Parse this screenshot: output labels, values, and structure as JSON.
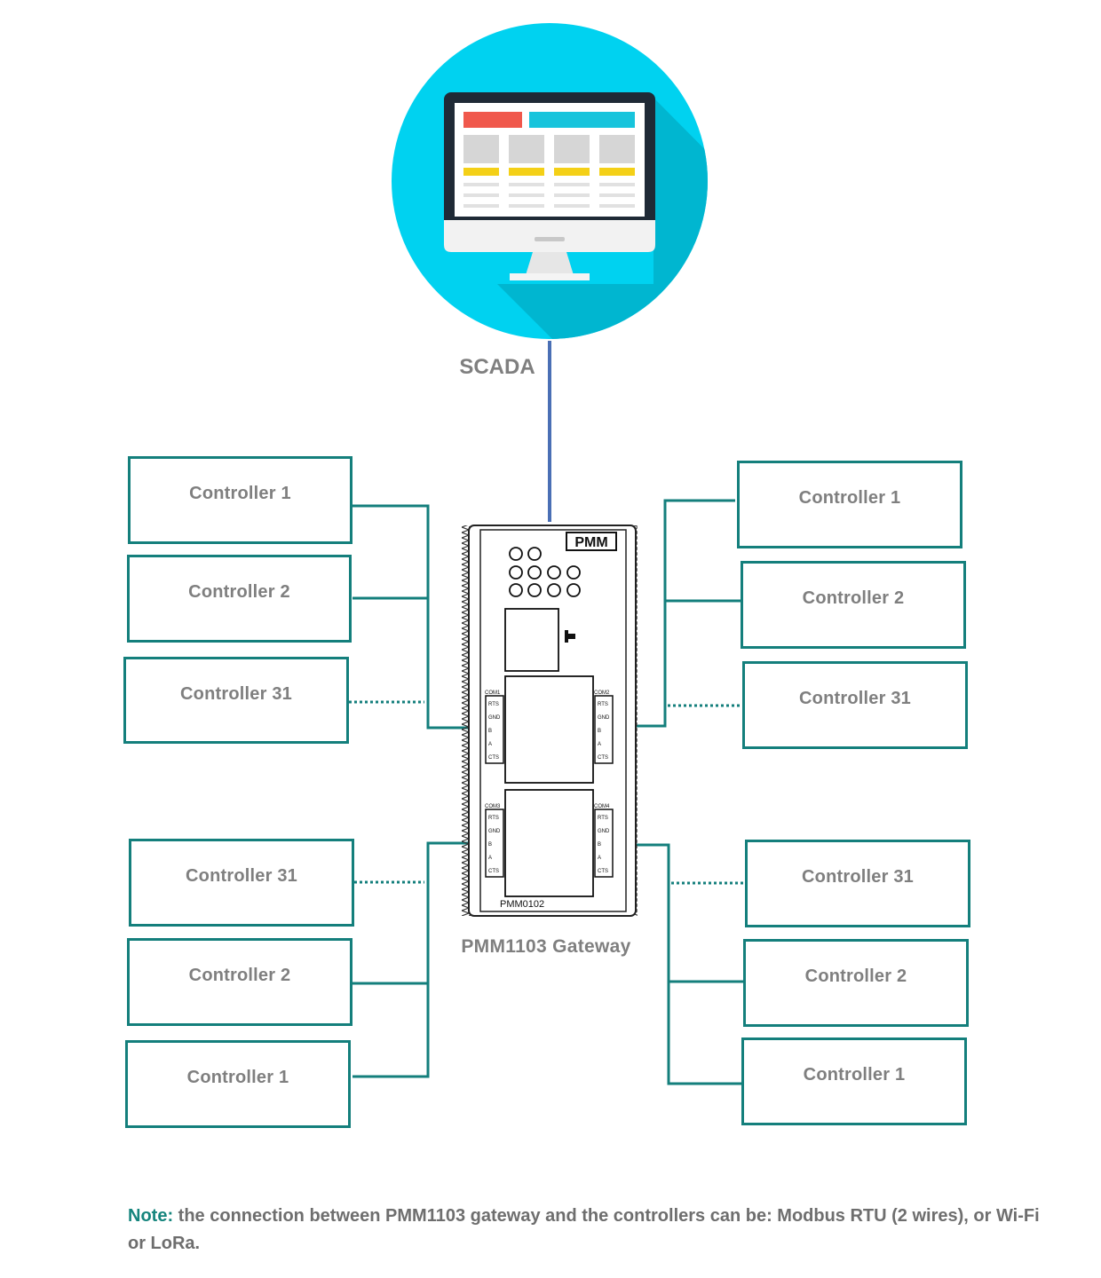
{
  "scada": {
    "label": "SCADA"
  },
  "gateway": {
    "label": "PMM1103 Gateway",
    "brand": "PMM",
    "model": "PMM0102"
  },
  "ports": {
    "top_left": {
      "com": "COM1",
      "pins": [
        "RTS",
        "GND",
        "B",
        "A",
        "CTS"
      ]
    },
    "top_right": {
      "com": "COM2",
      "pins": [
        "RTS",
        "GND",
        "B",
        "A",
        "CTS"
      ]
    },
    "bottom_left": {
      "com": "COM3",
      "pins": [
        "RTS",
        "GND",
        "B",
        "A",
        "CTS"
      ]
    },
    "bottom_right": {
      "com": "COM4",
      "pins": [
        "RTS",
        "GND",
        "B",
        "A",
        "CTS"
      ]
    }
  },
  "controllers": {
    "top_left": [
      "Controller 1",
      "Controller 2",
      "Controller 31"
    ],
    "top_right": [
      "Controller 1",
      "Controller 2",
      "Controller 31"
    ],
    "bottom_left": [
      "Controller 31",
      "Controller 2",
      "Controller 1"
    ],
    "bottom_right": [
      "Controller 31",
      "Controller 2",
      "Controller 1"
    ]
  },
  "note": {
    "label": "Note:",
    "text": "the connection between PMM1103 gateway and the controllers can be: Modbus RTU (2 wires), or Wi-Fi or LoRa."
  },
  "colors": {
    "teal_border": "#147f7c",
    "cyan_circle": "#00d2f0",
    "link_blue": "#4a6fb5",
    "label_grey": "#7f7f7f",
    "note_green": "#16857d"
  }
}
